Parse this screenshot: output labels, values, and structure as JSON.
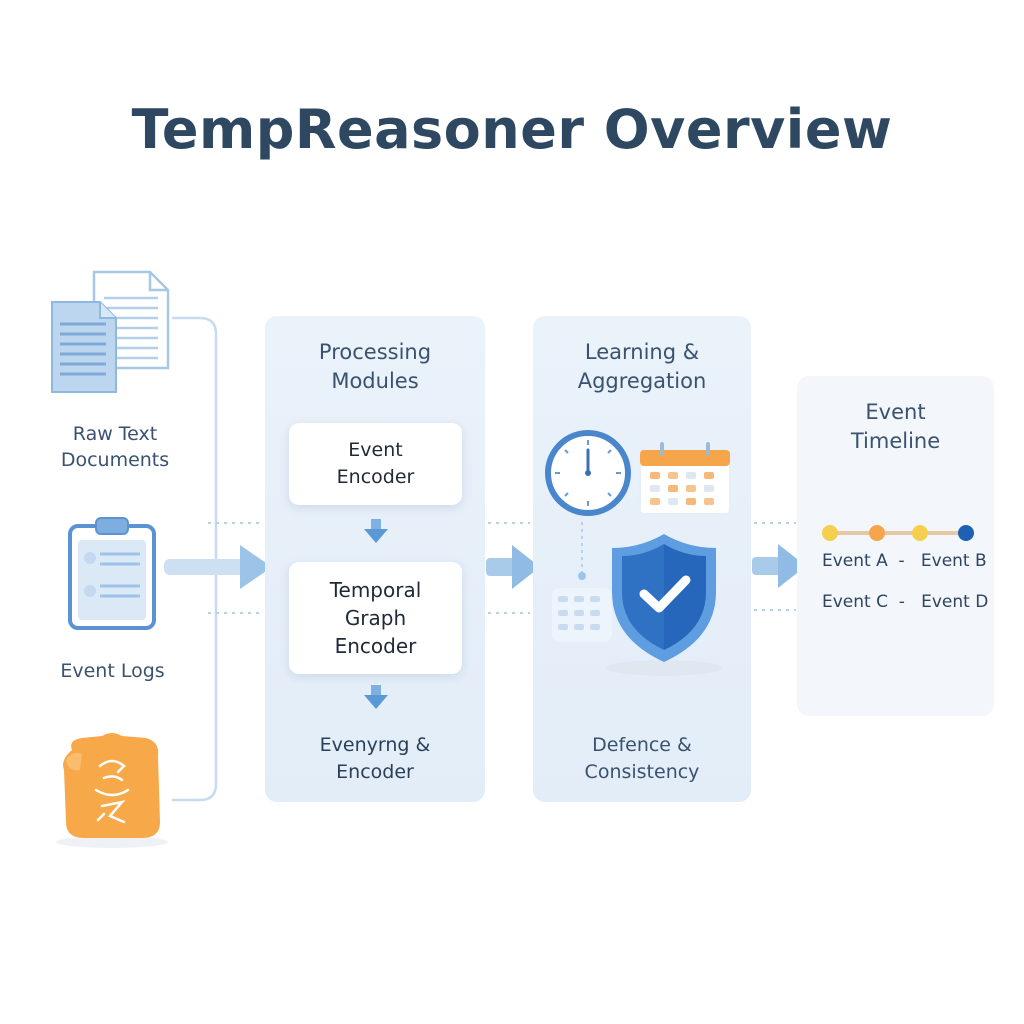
{
  "title": "TempReasoner Overview",
  "inputs": {
    "raw_text": "Raw Text\nDocuments",
    "event_logs": "Event Logs"
  },
  "processing": {
    "title": "Processing\nModules",
    "event_encoder": "Event\nEncoder",
    "temporal_graph_encoder": "Temporal\nGraph\nEncoder",
    "bottom": "Evenyrng &\nEncoder"
  },
  "learning": {
    "title": "Learning &\nAggregation",
    "bottom": "Defence &\nConsistency"
  },
  "timeline": {
    "title": "Event\nTimeline",
    "row1": "Event A  -   Event B",
    "row2": "Event C  -   Event D"
  },
  "colors": {
    "accent_blue": "#3f7fc8",
    "arrow_blue": "#9cc4e8",
    "orange": "#f5a54a",
    "yellow": "#f6cf4e",
    "dark_blue": "#1f5fb4"
  }
}
